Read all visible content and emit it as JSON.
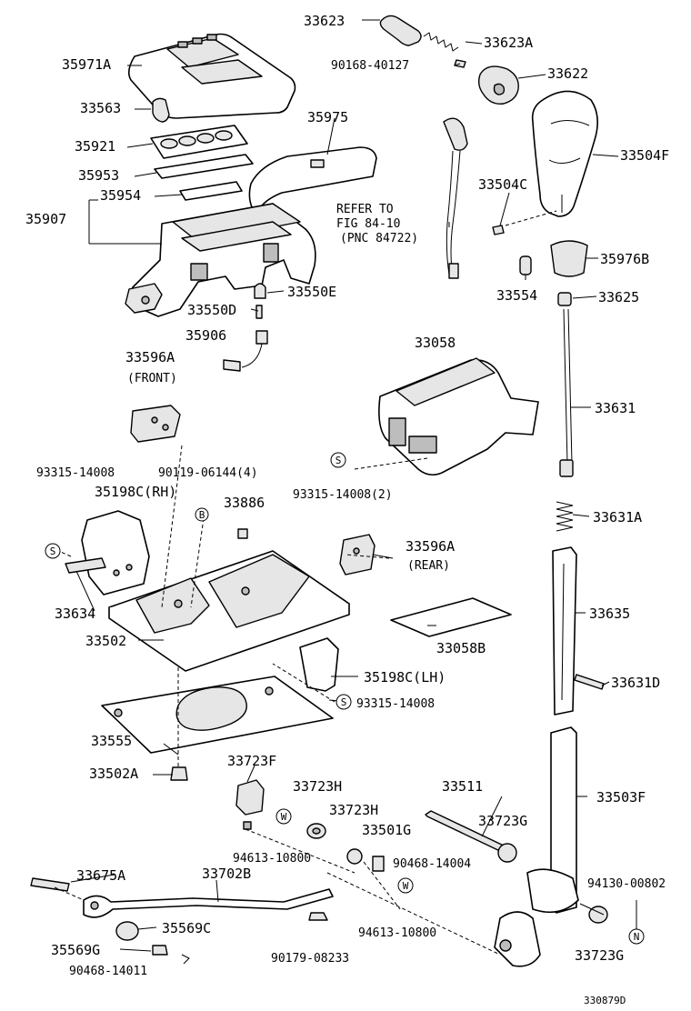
{
  "parts": {
    "p33623": "33623",
    "p33623A": "33623A",
    "p90168_40127": "90168-40127",
    "p33622": "33622",
    "p35971A": "35971A",
    "p33563": "33563",
    "p35975": "35975",
    "p35921": "35921",
    "p33504F": "33504F",
    "p35953": "35953",
    "p33504C": "33504C",
    "p35954": "35954",
    "p35907": "35907",
    "p35976B": "35976B",
    "p33554": "33554",
    "p33625": "33625",
    "p33550E": "33550E",
    "p33550D": "33550D",
    "p35906": "35906",
    "p33058": "33058",
    "p33596A_front": "33596A",
    "p33631": "33631",
    "p93315_14008_a": "93315-14008",
    "p90119_06144": "90119-06144(4)",
    "p93315_14008_2": "93315-14008(2)",
    "p35198C_RH": "35198C(RH)",
    "p33886": "33886",
    "p33631A": "33631A",
    "p33596A_rear": "33596A",
    "p33634": "33634",
    "p33635": "33635",
    "p33502": "33502",
    "p33058B": "33058B",
    "p35198C_LH": "35198C(LH)",
    "p33631D": "33631D",
    "p93315_14008_b": "93315-14008",
    "p33555": "33555",
    "p33723F": "33723F",
    "p33502A": "33502A",
    "p33503F": "33503F",
    "p33723H_a": "33723H",
    "p33511": "33511",
    "p33723H_b": "33723H",
    "p33723G_a": "33723G",
    "p33501G": "33501G",
    "p94613_10800_a": "94613-10800",
    "p90468_14004": "90468-14004",
    "p94130_00802": "94130-00802",
    "p33675A": "33675A",
    "p33702B": "33702B",
    "p35569C": "35569C",
    "p94613_10800_b": "94613-10800",
    "p33723G_b": "33723G",
    "p35569G": "35569G",
    "p90179_08233": "90179-08233",
    "p90468_14011": "90468-14011"
  },
  "notes": {
    "refer_line1": "REFER TO",
    "refer_line2": "FIG 84-10",
    "refer_line3": "(PNC 84722)",
    "front": "(FRONT)",
    "rear": "(REAR)"
  },
  "symbols": {
    "s": "S",
    "b": "B",
    "w": "W",
    "n": "N"
  },
  "figure_id": "330879D"
}
